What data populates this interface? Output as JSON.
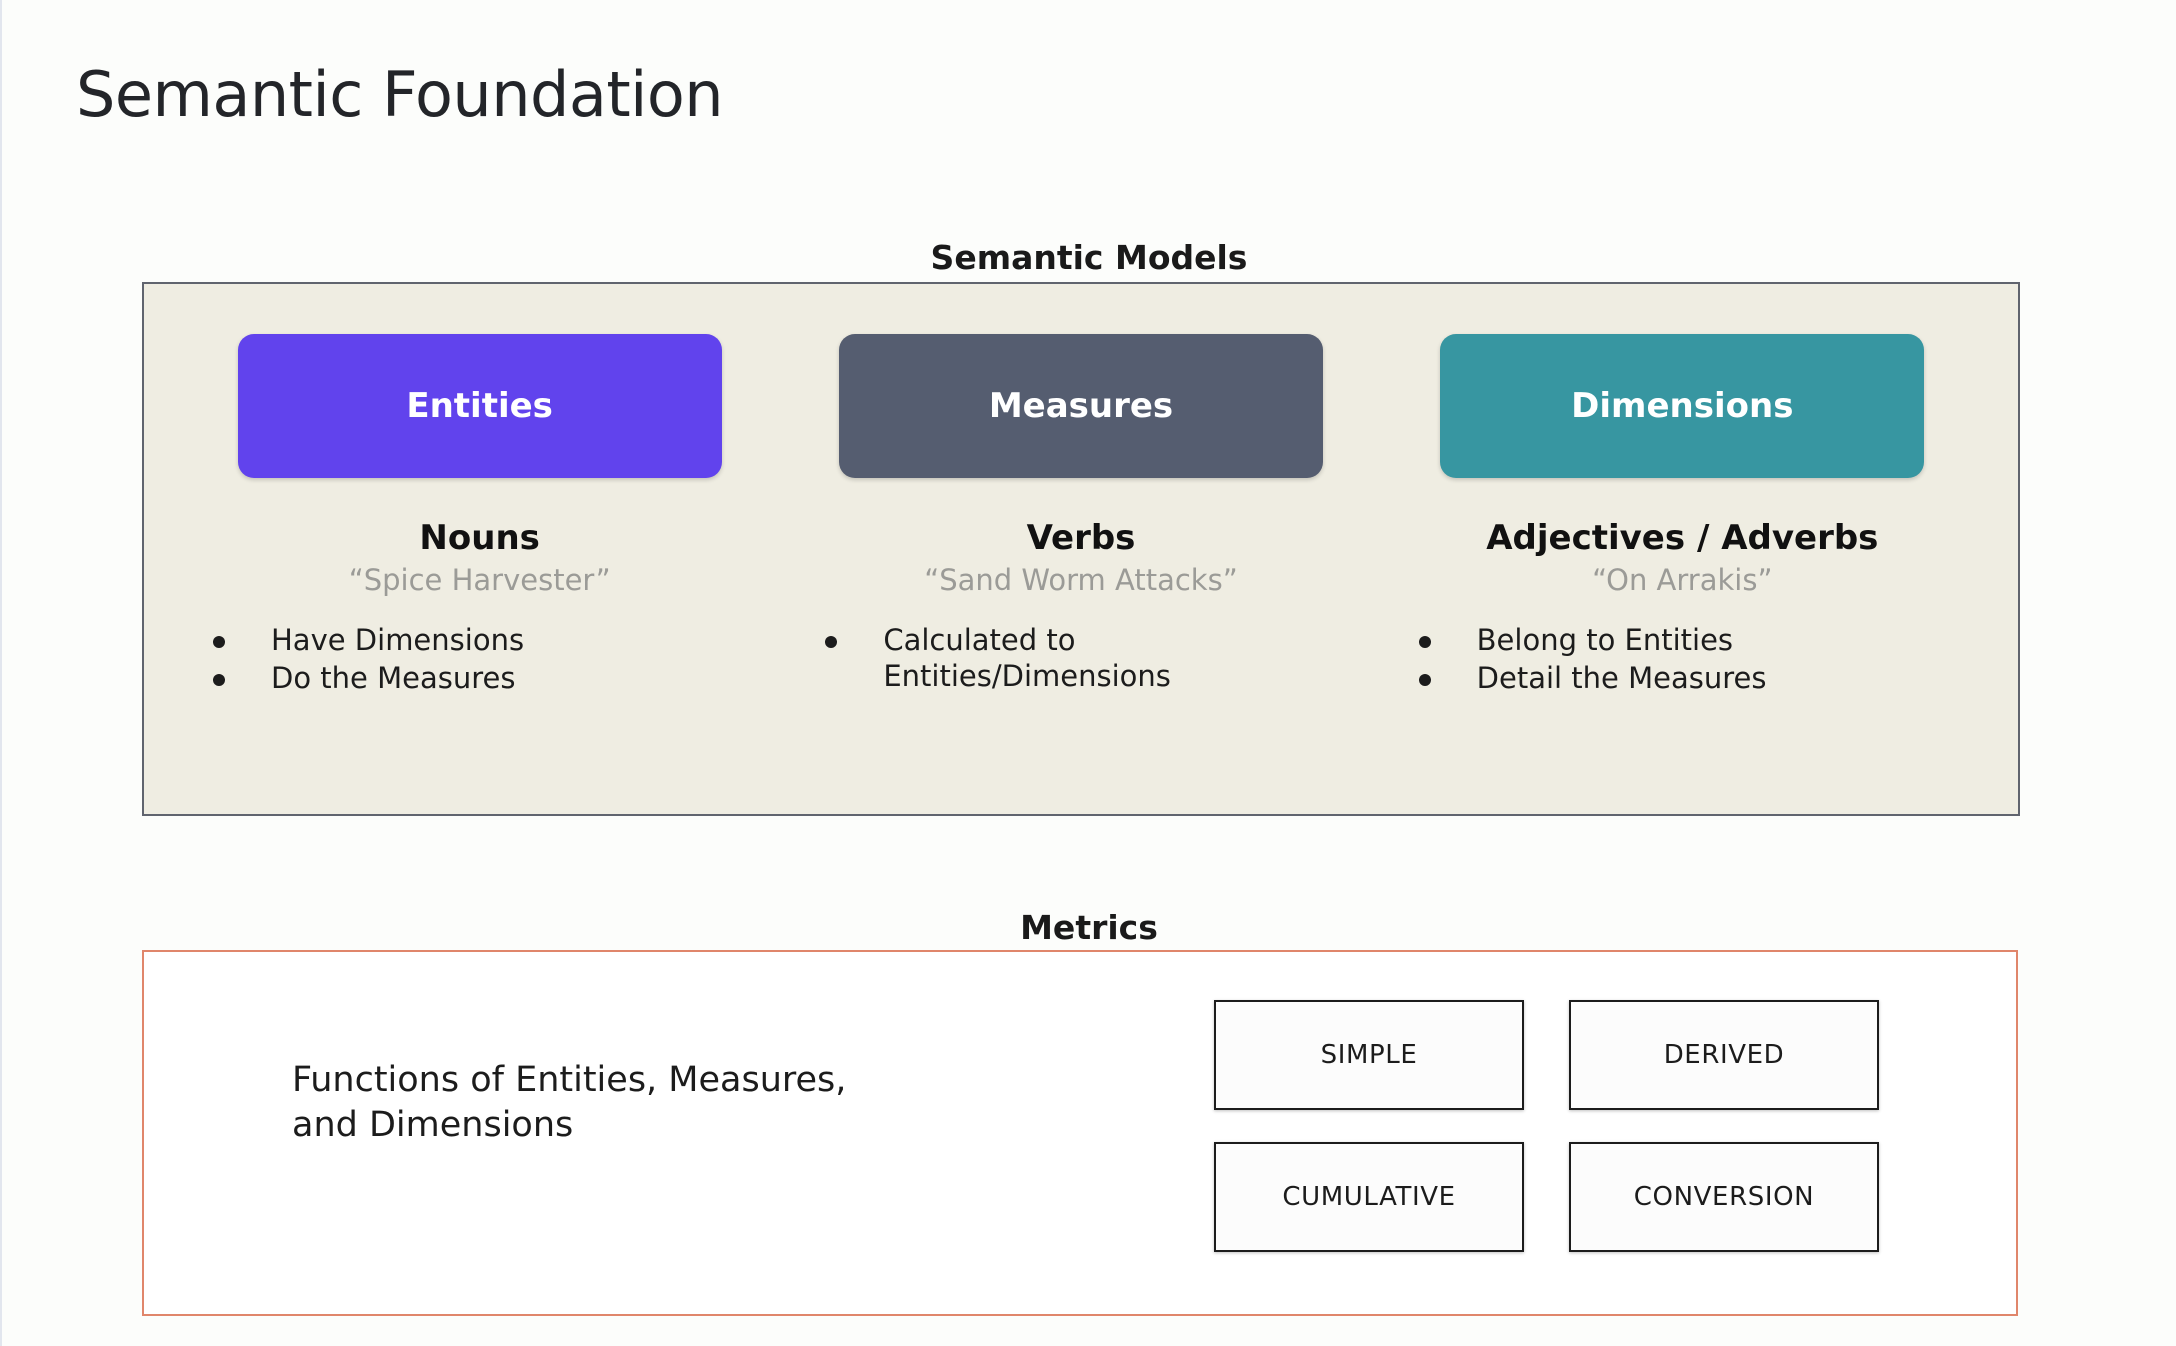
{
  "slide": {
    "title": "Semantic Foundation",
    "background_color": "#FCFDFB"
  },
  "semantic_models": {
    "heading": "Semantic Models",
    "panel_background": "#EFEDE2",
    "panel_border_color": "#60646E",
    "columns": [
      {
        "chip_label": "Entities",
        "chip_color": "#6143ED",
        "part_of_speech": "Nouns",
        "example": "“Spice Harvester”",
        "bullets": [
          "Have Dimensions",
          "Do the Measures"
        ]
      },
      {
        "chip_label": "Measures",
        "chip_color": "#555D70",
        "part_of_speech": "Verbs",
        "example": "“Sand Worm Attacks”",
        "bullets": [
          "Calculated to\nEntities/Dimensions"
        ]
      },
      {
        "chip_label": "Dimensions",
        "chip_color": "#3796A1",
        "part_of_speech": "Adjectives / Adverbs",
        "example": "“On Arrakis”",
        "bullets": [
          "Belong to Entities",
          "Detail the Measures"
        ]
      }
    ]
  },
  "metrics": {
    "heading": "Metrics",
    "panel_border_color": "#E0866B",
    "description": "Functions of Entities, Measures,\nand Dimensions",
    "types": [
      "SIMPLE",
      "DERIVED",
      "CUMULATIVE",
      "CONVERSION"
    ]
  }
}
